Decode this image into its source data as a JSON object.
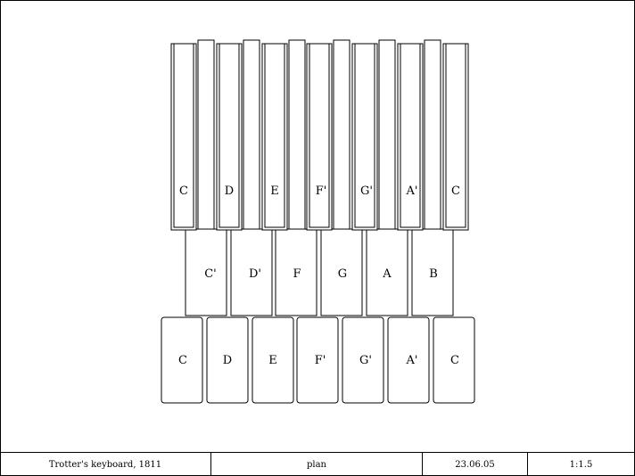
{
  "diagram": {
    "upper_manual": {
      "natural_labels": [
        "C",
        "D",
        "E",
        "F'",
        "G'",
        "A'",
        "C"
      ]
    },
    "middle_row": {
      "labels": [
        "C'",
        "D'",
        "F",
        "G",
        "A",
        "B"
      ]
    },
    "lower_manual": {
      "labels": [
        "C",
        "D",
        "E",
        "F'",
        "G'",
        "A'",
        "C"
      ]
    }
  },
  "title_block": {
    "title": "Trotter's keyboard, 1811",
    "view": "plan",
    "date": "23.06.05",
    "scale": "1:1.5"
  },
  "colors": {
    "line": "#000000",
    "background": "#ffffff"
  }
}
